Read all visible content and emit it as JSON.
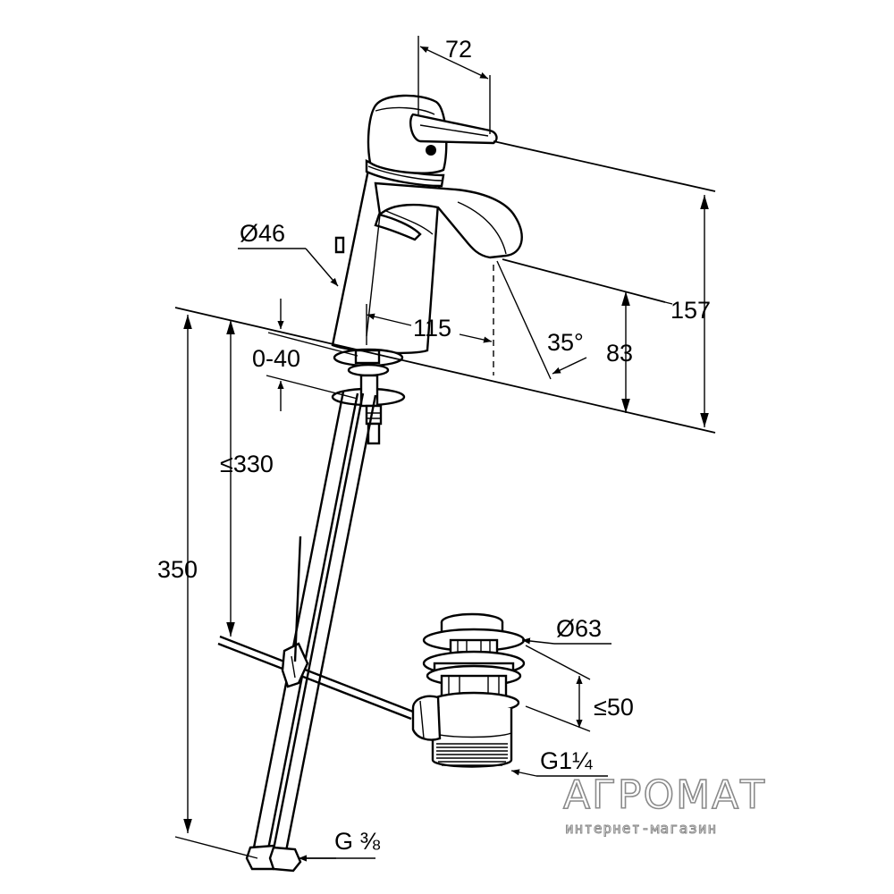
{
  "dimensions": {
    "spout_projection_top": "72",
    "body_diameter": "Ø46",
    "spout_reach": "115",
    "spray_angle": "35°",
    "spout_height": "83",
    "total_height": "157",
    "deck_thickness": "0-40",
    "hose_connection_length": "≤330",
    "hose_length": "350",
    "waste_diameter": "Ø63",
    "waste_height": "≤50",
    "waste_thread": "G1¼",
    "hose_thread": "G ⅜"
  },
  "watermark": {
    "brand": "АГРОМАТ",
    "subtitle": "интернет-магазин"
  }
}
